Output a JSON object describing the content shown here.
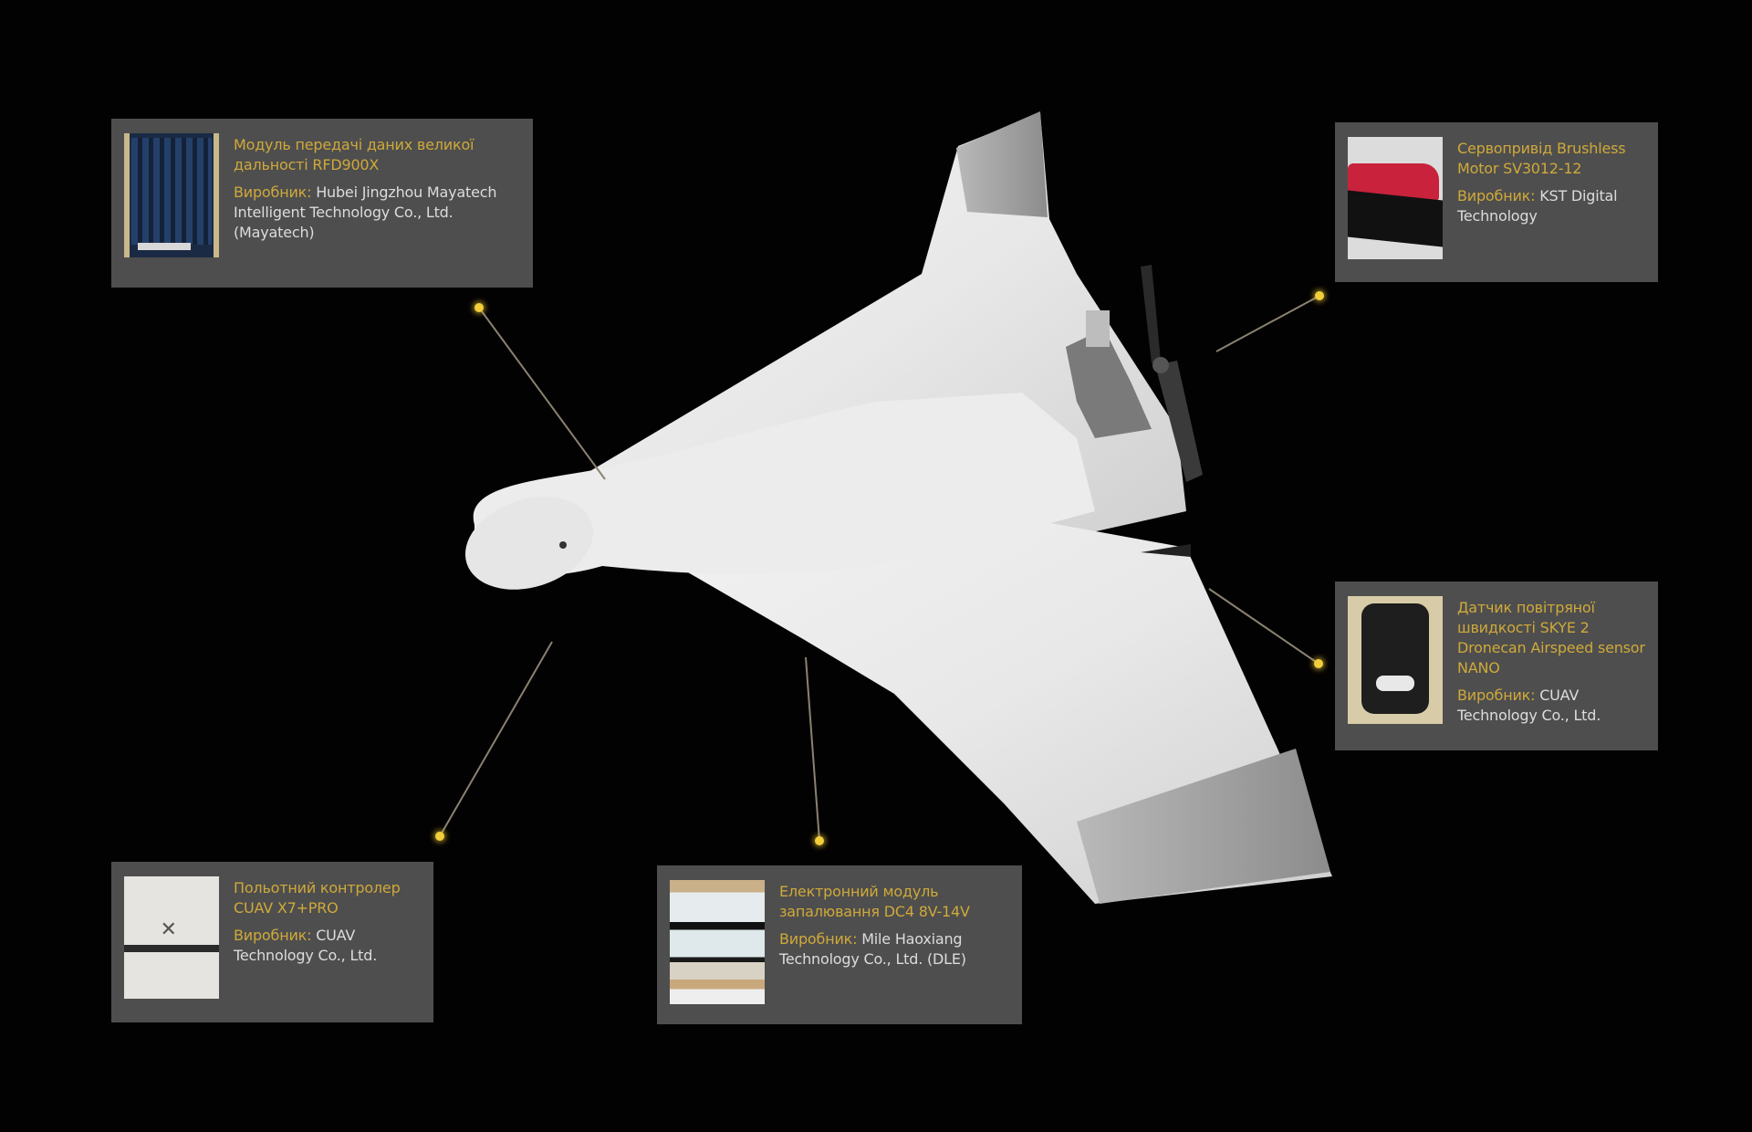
{
  "colors": {
    "background": "#030202",
    "box": "#4e4e4e",
    "accent_gold": "#cfa93a",
    "text_light": "#dcdcdc",
    "leader_line": "#8a8270",
    "dot": "#f2cf3a"
  },
  "manufacturer_label": "Виробник:",
  "callouts": [
    {
      "id": "datalink",
      "title": "Модуль передачі даних великої дальності RFD900X",
      "manufacturer": "Hubei Jingzhou Mayatech Intelligent Technology Co., Ltd. (Mayatech)",
      "thumb": "radio-module-image"
    },
    {
      "id": "servo",
      "title": "Сервопривід Brushless Motor SV3012-12",
      "manufacturer": "KST Digital Technology",
      "thumb": "servo-motor-image"
    },
    {
      "id": "airspeed",
      "title": "Датчик повітряної швидкості SKYE 2 Dronecan Airspeed sensor NANO",
      "manufacturer": "CUAV Technology Co., Ltd.",
      "thumb": "airspeed-sensor-image"
    },
    {
      "id": "flight-controller",
      "title": "Польотний контролер CUAV X7+PRO",
      "manufacturer": "CUAV Technology Co., Ltd.",
      "thumb": "flight-controller-image"
    },
    {
      "id": "ignition",
      "title": "Електронний модуль запалювання DC4 8V-14V",
      "manufacturer": "Mile Haoxiang Technology Co., Ltd. (DLE)",
      "thumb": "ignition-module-image"
    }
  ]
}
